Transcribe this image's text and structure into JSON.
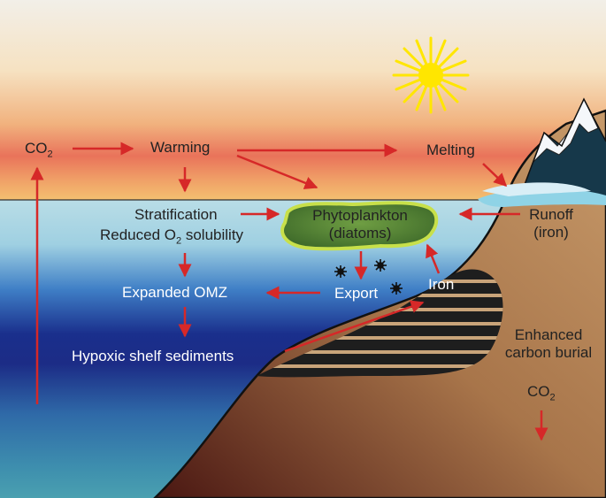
{
  "diagram": {
    "labels": {
      "co2_left_main": "CO",
      "co2_left_sub": "2",
      "warming": "Warming",
      "melting": "Melting",
      "stratification": "Stratification",
      "reduced_o2_a": "Reduced O",
      "reduced_o2_sub": "2",
      "reduced_o2_b": " solubility",
      "phyto_line1": "Phytoplankton",
      "phyto_line2": "(diatoms)",
      "runoff_line1": "Runoff",
      "runoff_line2": "(iron)",
      "expanded_omz": "Expanded OMZ",
      "export": "Export",
      "iron": "Iron",
      "hypoxic": "Hypoxic shelf sediments",
      "enhanced_line1": "Enhanced",
      "enhanced_line2": "carbon burial",
      "co2_right_main": "CO",
      "co2_right_sub": "2"
    },
    "colors": {
      "arrow": "#d62828",
      "sun": "#ffe600",
      "phytoplankton_fill": "#5e8f3a",
      "phytoplankton_edge": "#c8e04a",
      "land": "#b07c4e",
      "sediment_dark": "#1e1e1e",
      "sediment_stripe": "#c9a47a",
      "ice": "#e8f2f8",
      "meltwater": "#8fd3e6"
    },
    "icons": [
      "sun-icon",
      "mountain-icon",
      "diatom-icon"
    ]
  }
}
